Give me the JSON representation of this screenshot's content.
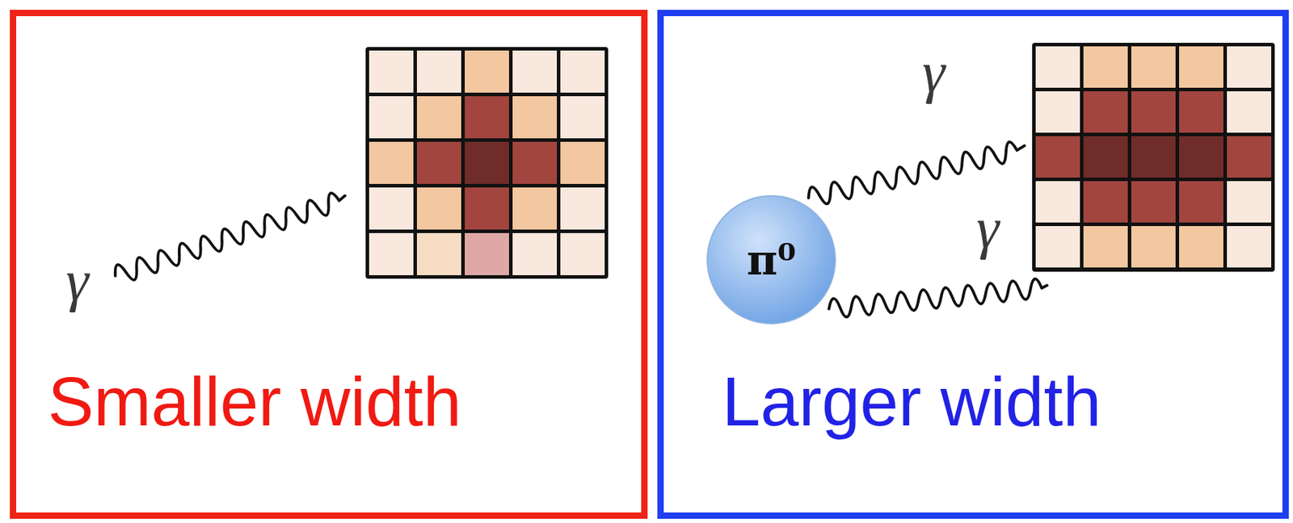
{
  "diagram": {
    "nodes": [
      {
        "text": [
          "Smaller width"
        ]
      },
      {
        "text": [
          "Larger width"
        ]
      },
      {
        "text": [
          "π⁰"
        ],
        "in": 1
      }
    ],
    "labels": [
      "γ",
      "γ",
      "γ"
    ]
  }
}
